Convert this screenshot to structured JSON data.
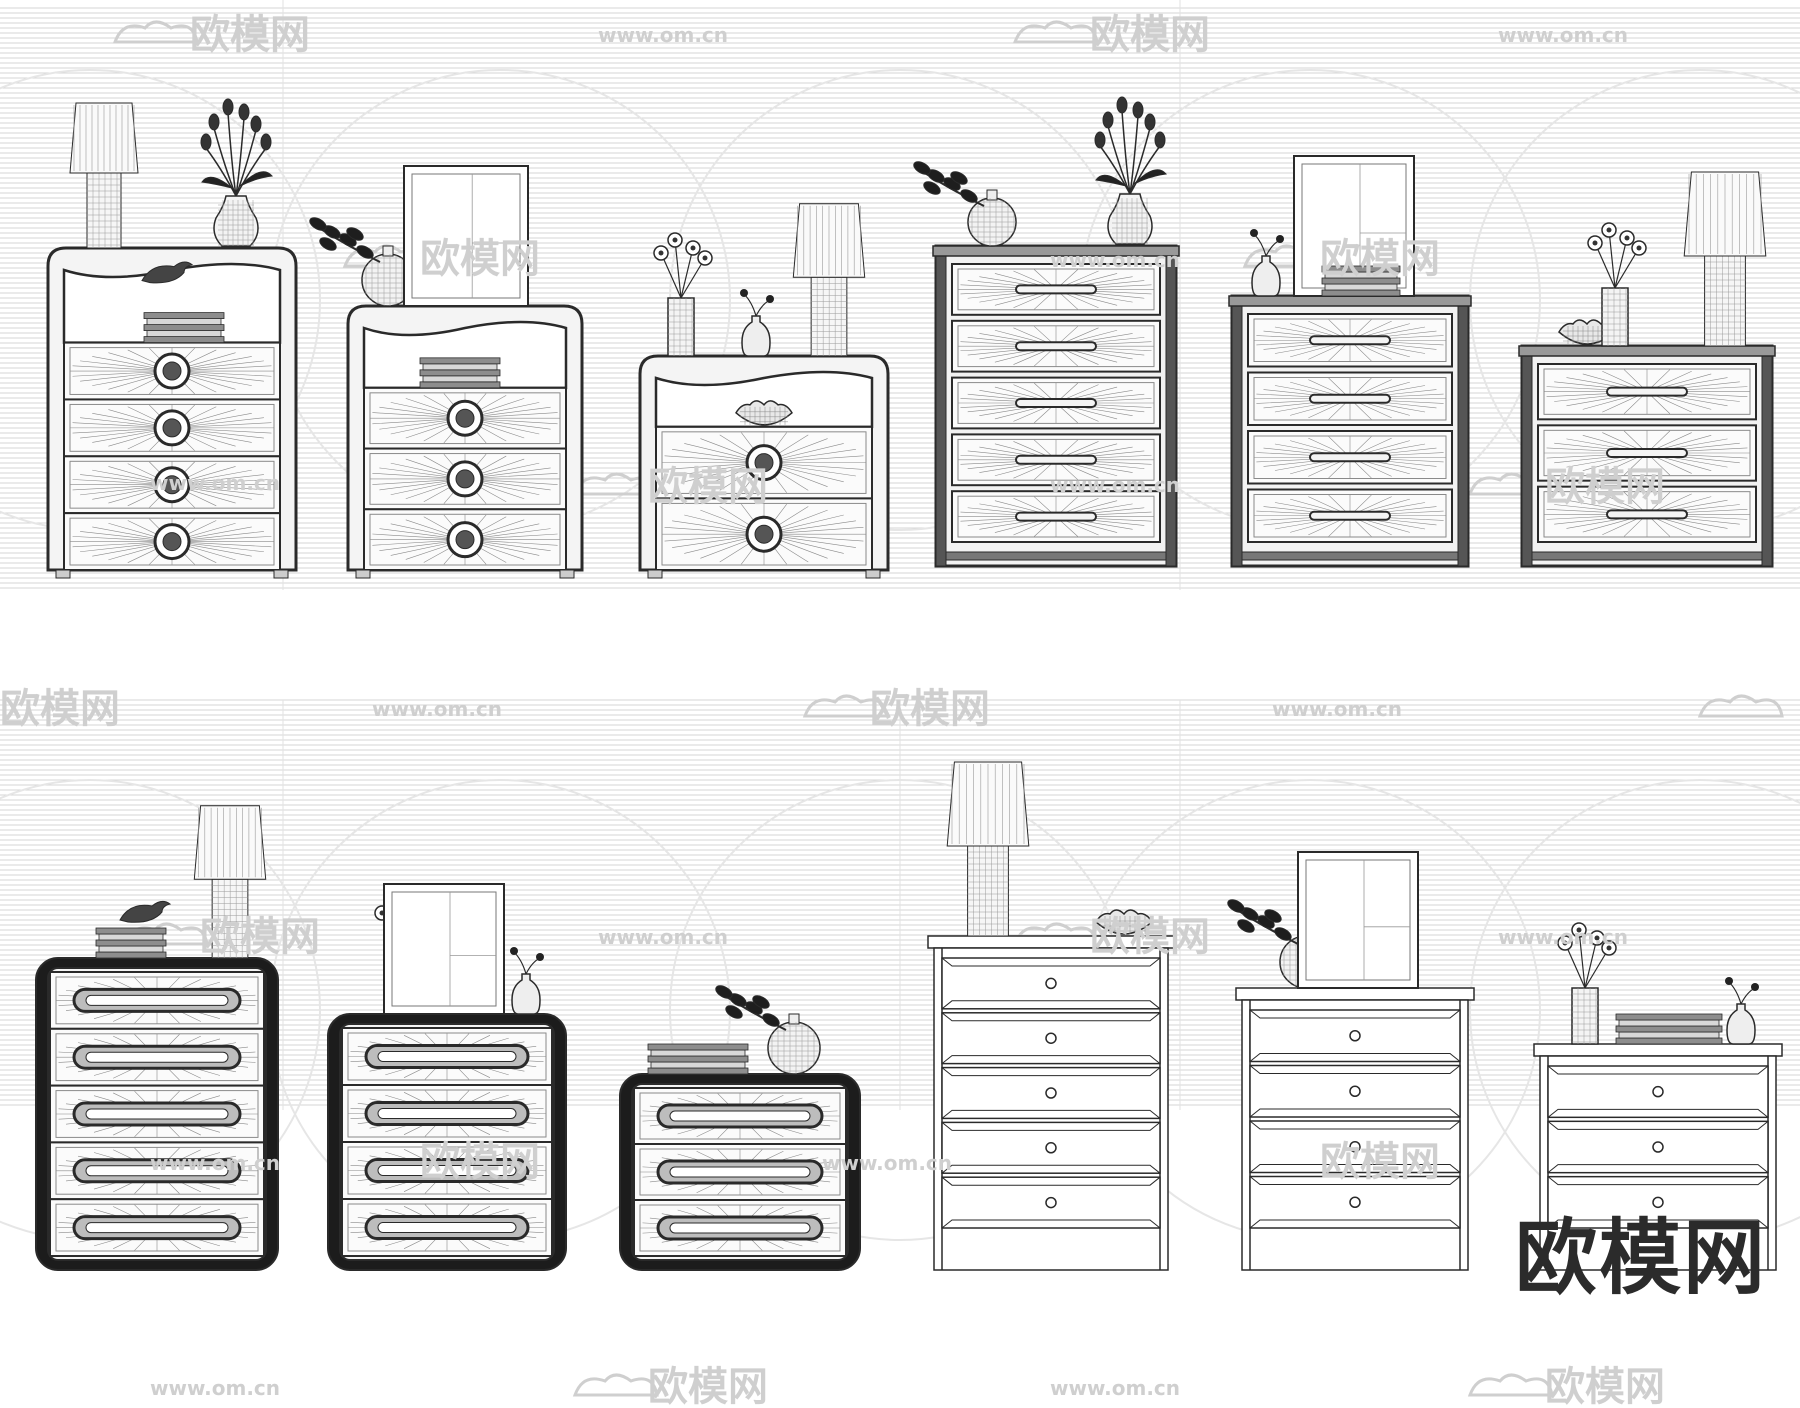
{
  "brand_mark": "欧模网",
  "watermark_text": "欧模网",
  "watermark_url": "www.om.cn",
  "colors": {
    "background": "#ffffff",
    "stripes": "#d4d4d4",
    "watermark": "#cfcfcf",
    "ink": "#2a2a2a",
    "mesh": "#8a8a8a",
    "brand": "#2b2b2b"
  },
  "scene": {
    "rows": [
      {
        "name": "top-row",
        "items": [
          {
            "kind": "shelf-chest",
            "drawers": 4,
            "handle": "round-pull",
            "style": "dense",
            "decor": [
              "lamp",
              "tulip-vase",
              "bird",
              "books"
            ]
          },
          {
            "kind": "shelf-chest",
            "drawers": 3,
            "handle": "round-pull",
            "style": "dense",
            "decor": [
              "round-vase",
              "branch",
              "frame",
              "books"
            ]
          },
          {
            "kind": "shelf-chest",
            "drawers": 2,
            "handle": "round-pull",
            "style": "dense",
            "decor": [
              "tall-vase",
              "small-vase",
              "lamp",
              "bowl"
            ]
          },
          {
            "kind": "chest",
            "drawers": 5,
            "handle": "bar",
            "style": "dense",
            "decor": [
              "round-vase",
              "branch",
              "tulip-vase"
            ]
          },
          {
            "kind": "chest",
            "drawers": 4,
            "handle": "bar",
            "style": "dense",
            "decor": [
              "small-vase",
              "frame",
              "books"
            ]
          },
          {
            "kind": "chest",
            "drawers": 3,
            "handle": "bar",
            "style": "dense",
            "decor": [
              "bowl",
              "tall-vase",
              "lamp"
            ]
          }
        ]
      },
      {
        "name": "bottom-row",
        "items": [
          {
            "kind": "rounded-chest",
            "drawers": 5,
            "handle": "oval",
            "style": "dense",
            "decor": [
              "lamp",
              "bird",
              "books"
            ]
          },
          {
            "kind": "rounded-chest",
            "drawers": 4,
            "handle": "oval",
            "style": "dense",
            "decor": [
              "tall-vase",
              "frame",
              "small-vase"
            ]
          },
          {
            "kind": "rounded-chest",
            "drawers": 3,
            "handle": "oval",
            "style": "dense",
            "decor": [
              "books",
              "round-vase",
              "branch"
            ]
          },
          {
            "kind": "leg-chest",
            "drawers": 5,
            "handle": "ring",
            "style": "line",
            "decor": [
              "lamp",
              "bowl"
            ]
          },
          {
            "kind": "leg-chest",
            "drawers": 4,
            "handle": "ring",
            "style": "line",
            "decor": [
              "round-vase",
              "branch",
              "frame"
            ]
          },
          {
            "kind": "leg-chest",
            "drawers": 3,
            "handle": "ring",
            "style": "line",
            "decor": [
              "tall-vase",
              "books",
              "small-vase"
            ]
          }
        ]
      }
    ]
  }
}
